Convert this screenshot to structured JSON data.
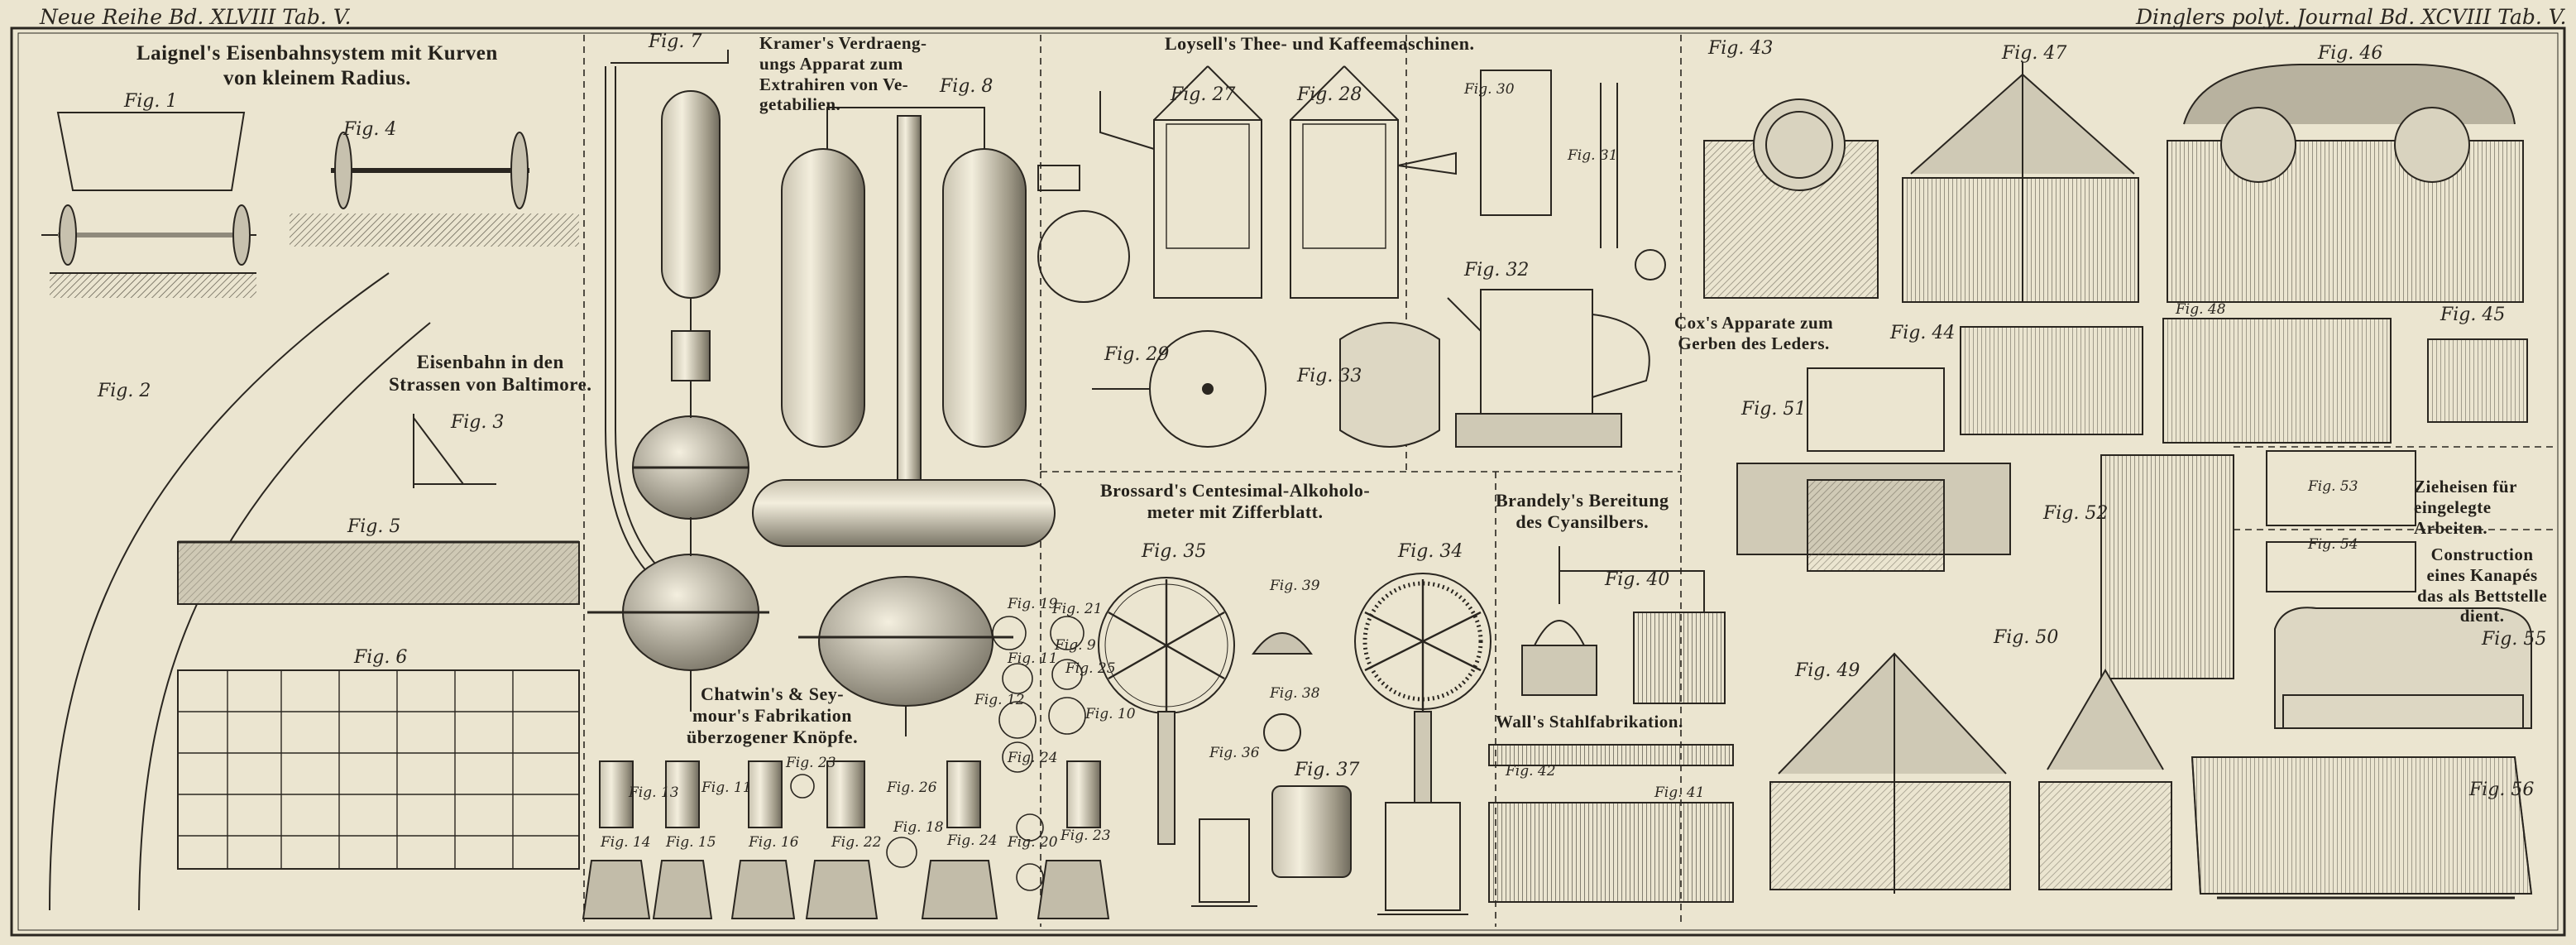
{
  "header": {
    "left": "Neue Reihe Bd. XLVIII Tab. V.",
    "right": "Dinglers polyt. Journal Bd. XCVIII Tab. V."
  },
  "titles": {
    "laignel": "Laignel's Eisenbahnsystem mit Kurven\nvon kleinem Radius.",
    "baltimore": "Eisenbahn in den\nStrassen von Baltimore.",
    "kramer": "Kramer's Verdraeng-\nungs Apparat zum\nExtrahiren von Ve-\ngetabilien.",
    "loysell": "Loysell's Thee- und Kaffeemaschinen.",
    "chatwin": "Chatwin's & Sey-\nmour's Fabrikation\nüberzogener Knöpfe.",
    "brossard": "Brossard's Centesimal-Alkoholo-\nmeter mit Zifferblatt.",
    "brandely": "Brandely's Bereitung\ndes Cyansilbers.",
    "wall": "Wall's Stahlfabrikation.",
    "cox": "Cox's Apparate zum\nGerben des Leders.",
    "zieheisen": "Zieheisen für\neingelegte\nArbeiten.",
    "kanape": "Construction\neines Kanapés\ndas als Bettstelle\ndient."
  },
  "figures": {
    "f1": "Fig. 1",
    "f2": "Fig. 2",
    "f3": "Fig. 3",
    "f4": "Fig. 4",
    "f5": "Fig. 5",
    "f6": "Fig. 6",
    "f7": "Fig. 7",
    "f8": "Fig. 8",
    "f9": "Fig. 9",
    "f10": "Fig. 10",
    "f11": "Fig. 11",
    "f11b": "Fig. 11",
    "f12": "Fig. 12",
    "f13": "Fig. 13",
    "f14": "Fig. 14",
    "f15": "Fig. 15",
    "f16": "Fig. 16",
    "f18": "Fig. 18",
    "f19": "Fig. 19",
    "f20": "Fig. 20",
    "f21": "Fig. 21",
    "f22": "Fig. 22",
    "f23": "Fig. 23",
    "f23b": "Fig. 23",
    "f24": "Fig. 24",
    "f24b": "Fig. 24",
    "f25": "Fig. 25",
    "f26": "Fig. 26",
    "f27": "Fig. 27",
    "f28": "Fig. 28",
    "f29": "Fig. 29",
    "f30": "Fig. 30",
    "f31": "Fig. 31",
    "f32": "Fig. 32",
    "f33": "Fig. 33",
    "f34": "Fig. 34",
    "f35": "Fig. 35",
    "f36": "Fig. 36",
    "f37": "Fig. 37",
    "f38": "Fig. 38",
    "f39": "Fig. 39",
    "f40": "Fig. 40",
    "f41": "Fig. 41",
    "f42": "Fig. 42",
    "f43": "Fig. 43",
    "f44": "Fig. 44",
    "f45": "Fig. 45",
    "f46": "Fig. 46",
    "f47": "Fig. 47",
    "f48": "Fig. 48",
    "f49": "Fig. 49",
    "f50": "Fig. 50",
    "f51": "Fig. 51",
    "f52": "Fig. 52",
    "f53": "Fig. 53",
    "f54": "Fig. 54",
    "f55": "Fig. 55",
    "f56": "Fig. 56"
  },
  "colors": {
    "paper": "#ebe5d0",
    "ink": "#2a2620",
    "shade": "#8f8a7c"
  }
}
